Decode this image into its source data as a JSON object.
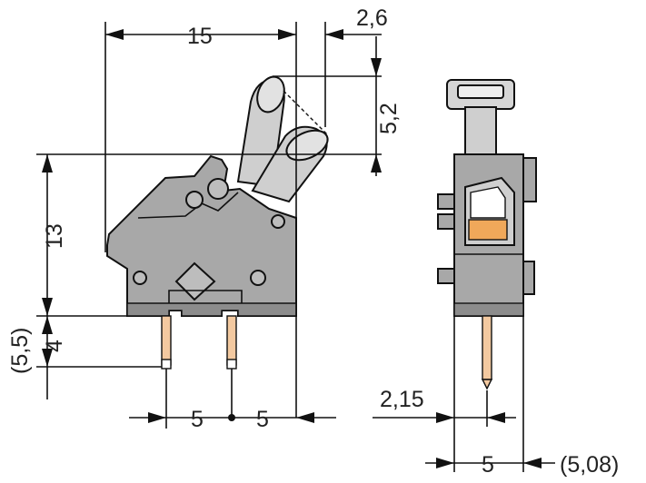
{
  "colors": {
    "housing": "#a8a8a8",
    "housing_dark": "#8c8c8c",
    "lever": "#cfcfcf",
    "pin": "#f3c9a0",
    "spring_window": "#f0a85a",
    "line": "#111111"
  },
  "dimensions": {
    "width_15": "15",
    "offset_2_6": "2,6",
    "lever_5_2": "5,2",
    "height_13": "13",
    "pin_4": "4",
    "pin_5_5": "(5,5)",
    "pitch_left_5": "5",
    "pitch_right_5": "5",
    "side_2_15": "2,15",
    "side_5": "5",
    "side_5_08": "(5,08)"
  }
}
